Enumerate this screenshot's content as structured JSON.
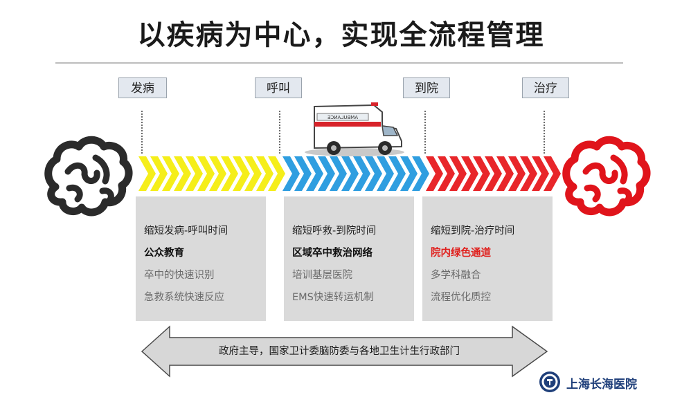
{
  "title": "以疾病为中心，实现全流程管理",
  "stages": [
    "发病",
    "呼叫",
    "到院",
    "治疗"
  ],
  "ambulance_label": "AMBULANCE",
  "panels": [
    {
      "header": "缩短发病-呼叫时间",
      "items": [
        "公众教育",
        "卒中的快速识别",
        "急救系统快速反应"
      ]
    },
    {
      "header": "缩短呼救-到院时间",
      "items": [
        "区域卒中救治网络",
        "培训基层医院",
        "EMS快速转运机制"
      ]
    },
    {
      "header": "缩短到院-治疗时间",
      "items": [
        "院内绿色通道",
        "多学科融合",
        "流程优化质控"
      ]
    }
  ],
  "bottom_arrow": "政府主导，国家卫计委脑防委与各地卫生计生行政部门",
  "logo": "上海长海医院",
  "colors": {
    "yellow": "#f5ee1a",
    "blue": "#2f9ee0",
    "red": "#e8262a",
    "brain_left": "#2b2b2b",
    "brain_right": "#e0141b",
    "panel_bg": "#dadada",
    "highlight_red": "#e0201d",
    "logo_blue": "#1f3f7a"
  },
  "icons": [
    "brain-icon-left",
    "brain-icon-right",
    "ambulance-icon",
    "hospital-seal-icon",
    "double-arrow"
  ]
}
